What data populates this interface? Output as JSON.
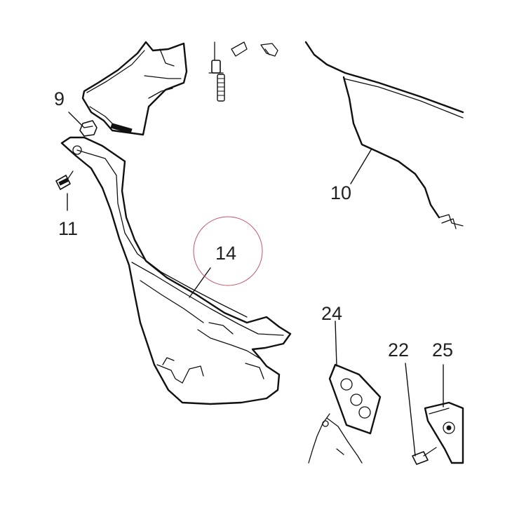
{
  "diagram": {
    "callouts": [
      {
        "id": "9",
        "label": "9"
      },
      {
        "id": "10",
        "label": "10"
      },
      {
        "id": "11",
        "label": "11"
      },
      {
        "id": "14",
        "label": "14"
      },
      {
        "id": "22",
        "label": "22"
      },
      {
        "id": "24",
        "label": "24"
      },
      {
        "id": "25",
        "label": "25"
      }
    ],
    "highlight": {
      "target": "14",
      "color": "#c2566e"
    },
    "line_color": "#111111"
  }
}
